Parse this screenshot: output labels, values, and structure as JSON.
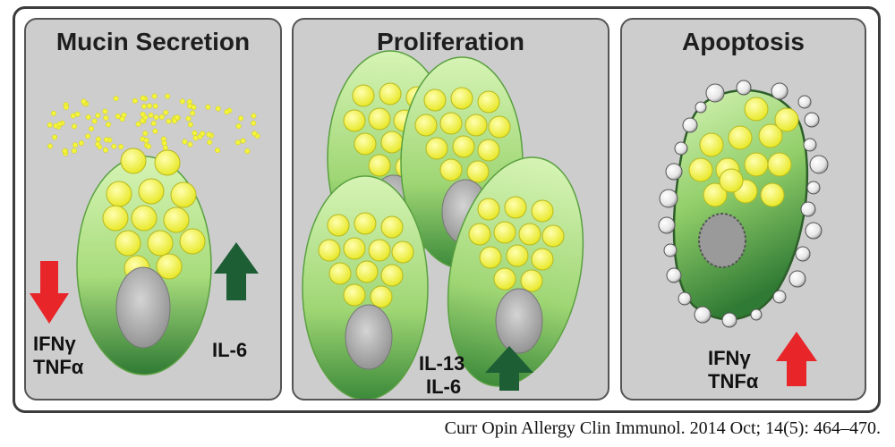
{
  "panels": {
    "mucin": {
      "title": "Mucin Secretion",
      "left_labels": [
        "IFNγ",
        "TNFα"
      ],
      "right_label": "IL-6",
      "left_arrow": "down",
      "right_arrow": "up"
    },
    "proliferation": {
      "title": "Proliferation",
      "labels": [
        "IL-13",
        "IL-6"
      ],
      "arrow": "up"
    },
    "apoptosis": {
      "title": "Apoptosis",
      "labels": [
        "IFNγ",
        "TNFα"
      ],
      "arrow": "up"
    }
  },
  "colors": {
    "panel_bg": "#cdcdcd",
    "cell_light": "#c9f0a6",
    "cell_dark": "#2f7a34",
    "granule": "#f2f23a",
    "nucleus": "#9a9a9a",
    "arrow_red": "#e8262a",
    "arrow_green": "#1d5e35"
  },
  "citation": "Curr Opin Allergy Clin Immunol. 2014 Oct; 14(5): 464–470."
}
